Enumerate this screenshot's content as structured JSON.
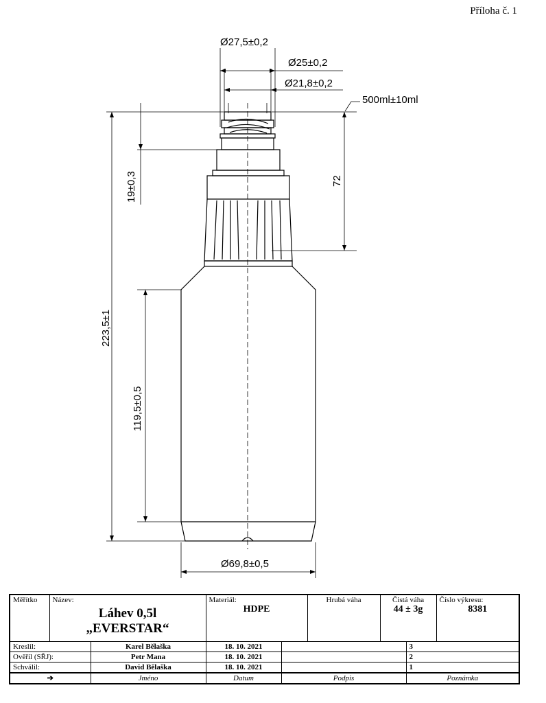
{
  "annex": "Příloha č. 1",
  "dimensions": {
    "d_outer_neck": "Ø27,5±0,2",
    "d_thread": "Ø25±0,2",
    "d_inner_neck": "Ø21,8±0,2",
    "volume": "500ml±10ml",
    "h_neck": "19±0,3",
    "h_shoulder": "72",
    "h_total": "223,5±1",
    "h_body": "119,5±0,5",
    "d_body": "Ø69,8±0,5"
  },
  "title_block": {
    "scale_label": "Měřítko",
    "name_label": "Název:",
    "name_line1": "Láhev 0,5l",
    "name_line2": "„EVERSTAR“",
    "material_label": "Materiál:",
    "material_value": "HDPE",
    "gross_weight_label": "Hrubá váha",
    "net_weight_label": "Čistá váha",
    "net_weight_value": "44 ± 3g",
    "drawing_no_label": "Číslo výkresu:",
    "drawing_no_value": "8381",
    "rows": [
      {
        "role": "Kreslil:",
        "name": "Karel Bělaška",
        "date": "18. 10. 2021",
        "revision": "3"
      },
      {
        "role": "Ověřil (SŘJ):",
        "name": "Petr Mana",
        "date": "18. 10. 2021",
        "revision": "2"
      },
      {
        "role": "Schválil:",
        "name": "David Bělaška",
        "date": "18. 10. 2021",
        "revision": "1"
      }
    ],
    "footer": {
      "arrow": "➔",
      "name": "Jméno",
      "date": "Datum",
      "signature": "Podpis",
      "note": "Poznámka"
    }
  }
}
